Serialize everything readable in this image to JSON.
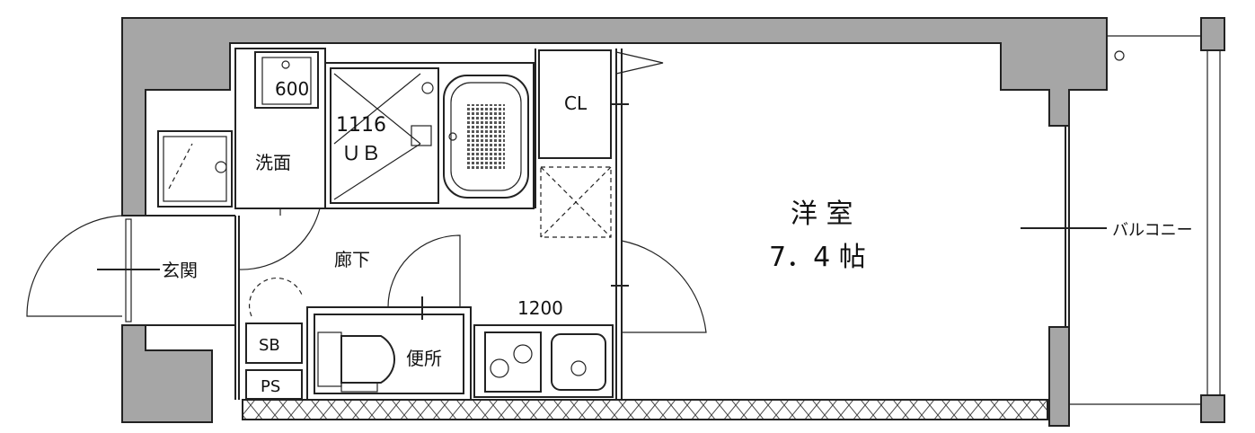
{
  "rooms": {
    "western": {
      "name": "洋 室",
      "size": "7．4 帖"
    },
    "closet": "CL",
    "washroom": "洗面",
    "sink_size": "600",
    "bath_size": "1116",
    "bath_type": "ＵＢ",
    "entrance": "玄関",
    "corridor": "廊下",
    "toilet": "便所",
    "kitchen_size": "1200",
    "shoe_box": "SB",
    "pipe_space": "PS",
    "balcony": "バルコニー"
  }
}
